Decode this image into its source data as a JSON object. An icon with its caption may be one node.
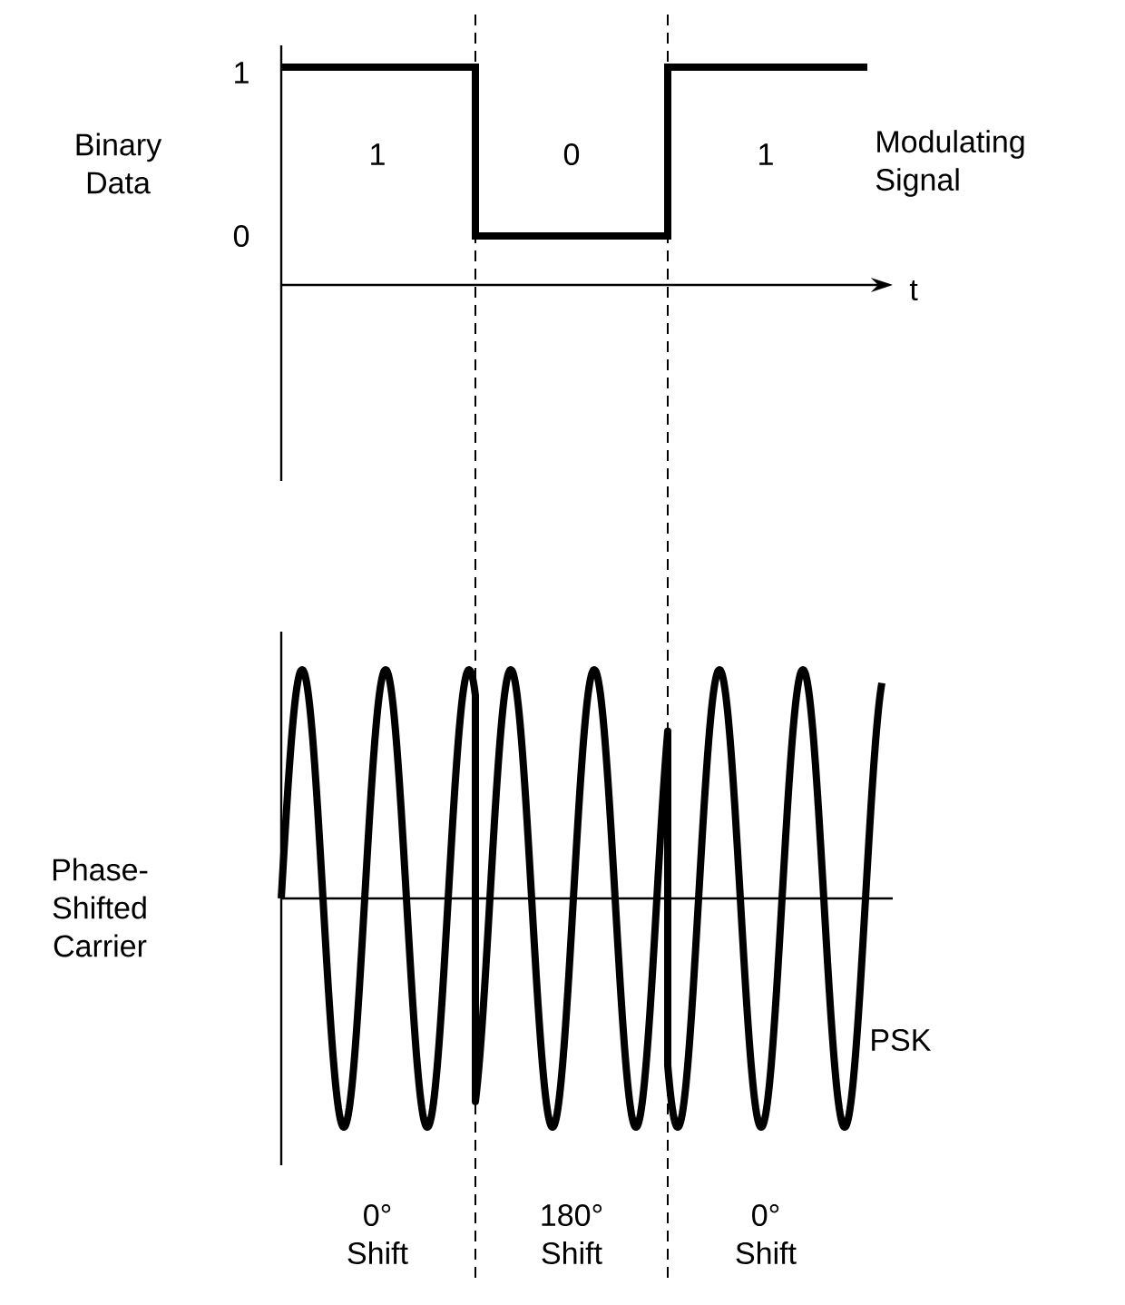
{
  "diagram": {
    "labels": [
      "1",
      "Binary Data",
      "1",
      "0",
      "1",
      "Modulating Signal",
      "0",
      "t",
      "Phase-Shifted Carrier",
      "PSK",
      "0° Shift",
      "180° Shift",
      "0° Shift"
    ]
  }
}
